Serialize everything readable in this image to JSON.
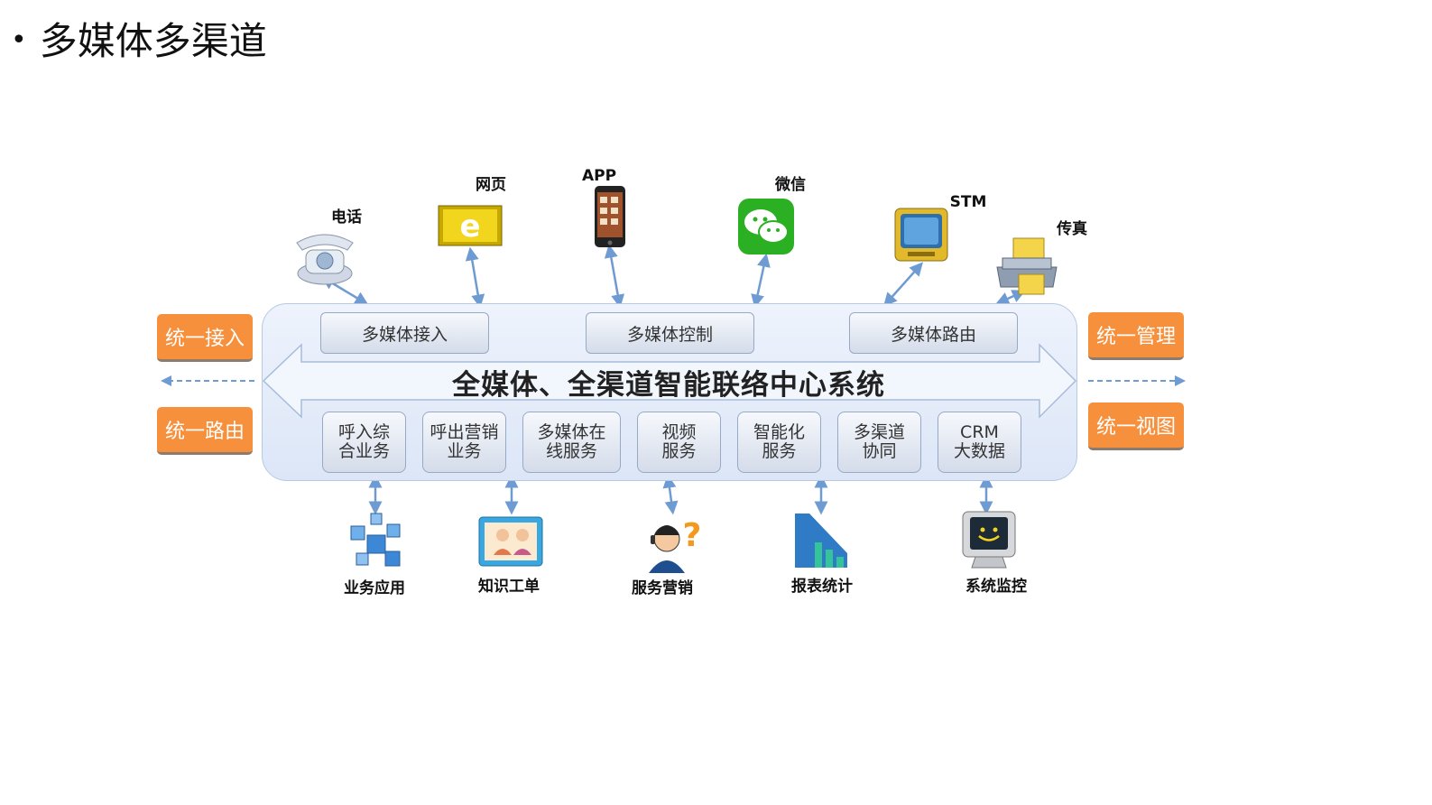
{
  "title": "多媒体多渠道",
  "channels": [
    {
      "label": "电话",
      "icon": "telephone-icon"
    },
    {
      "label": "网页",
      "icon": "web-page-icon"
    },
    {
      "label": "APP",
      "icon": "smartphone-app-icon"
    },
    {
      "label": "微信",
      "icon": "wechat-icon"
    },
    {
      "label": "STM",
      "icon": "stm-terminal-icon"
    },
    {
      "label": "传真",
      "icon": "fax-icon"
    }
  ],
  "hub": {
    "top_modules": [
      "多媒体接入",
      "多媒体控制",
      "多媒体路由"
    ],
    "banner": "全媒体、全渠道智能联络中心系统",
    "services": [
      "呼入综\n合业务",
      "呼出营销\n业务",
      "多媒体在\n线服务",
      "视频\n服务",
      "智能化\n服务",
      "多渠道\n协同",
      "CRM\n大数据"
    ]
  },
  "side_left": [
    "统一接入",
    "统一路由"
  ],
  "side_right": [
    "统一管理",
    "统一视图"
  ],
  "bottom_apps": [
    {
      "label": "业务应用",
      "icon": "cubes-icon"
    },
    {
      "label": "知识工单",
      "icon": "knowledge-screen-icon"
    },
    {
      "label": "服务营销",
      "icon": "agent-question-icon"
    },
    {
      "label": "报表统计",
      "icon": "bar-report-icon"
    },
    {
      "label": "系统监控",
      "icon": "monitor-smile-icon"
    }
  ],
  "colors": {
    "accent_orange": "#f7903c",
    "arrow_blue": "#6f9bd3",
    "hub_fill": "#e3ebf8"
  }
}
